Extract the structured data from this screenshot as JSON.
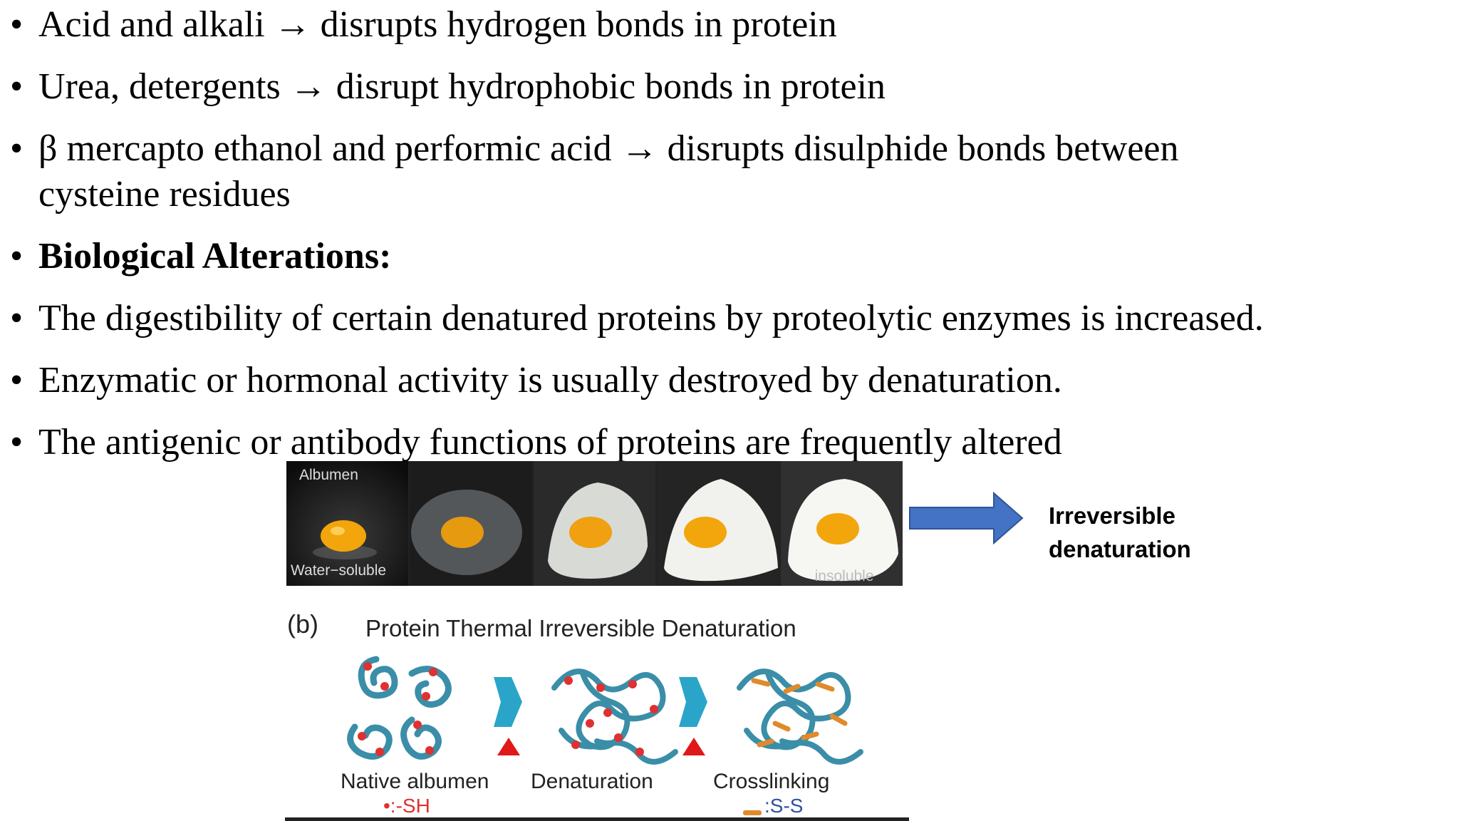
{
  "bullets": [
    {
      "prefix": "Acid and alkali ",
      "arrow": "→",
      "suffix": " disrupts hydrogen bonds in protein"
    },
    {
      "prefix": "Urea, detergents ",
      "arrow": "→",
      "suffix": " disrupt hydrophobic bonds in protein"
    },
    {
      "prefix": "β mercapto ethanol and performic acid ",
      "arrow": "→",
      "suffix": " disrupts disulphide bonds between",
      "line2": "cysteine residues"
    },
    {
      "text": "Biological Alterations:"
    },
    {
      "text": "The digestibility of certain denatured proteins by proteolytic enzymes is increased."
    },
    {
      "text": "Enzymatic or hormonal activity is usually destroyed by denaturation."
    },
    {
      "text": "The antigenic or antibody functions of proteins are frequently altered"
    }
  ],
  "bullet_char": "•",
  "photo": {
    "label_top": "Albumen",
    "label_bottom_left": "Water−soluble",
    "label_bottom_right": "insoluble"
  },
  "arrow_label": {
    "line1": "Irreversible",
    "line2": "denaturation"
  },
  "diagram": {
    "panel_label": "(b)",
    "title": "Protein Thermal Irreversible Denaturation",
    "stage_labels": [
      "Native albumen",
      "Denaturation",
      "Crosslinking"
    ],
    "legend_sh": "•:-SH",
    "legend_ss": ":S-S"
  },
  "colors": {
    "arrow_blue": "#4472c4",
    "chain_teal": "#3a8ea8",
    "sh_red": "#e03030",
    "ss_orange": "#e08a2c",
    "stage_arrow": "#2aa5c9",
    "heat_red": "#e01818",
    "yolk": "#f2a60c"
  }
}
